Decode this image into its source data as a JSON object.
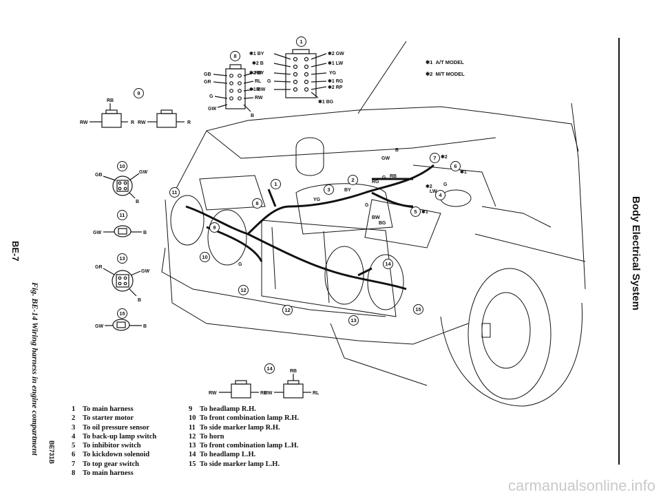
{
  "page": {
    "page_number": "BE-7",
    "section_title": "Body Electrical System",
    "figure_caption": "Fig. BE-14 Wiring harness in engine compartment",
    "figure_code": "BE731B",
    "watermark": "carmanualsonline.info"
  },
  "model_notes": [
    {
      "mark": "✱1",
      "text": "A/T  MODEL"
    },
    {
      "mark": "✱2",
      "text": "M/T  MODEL"
    }
  ],
  "legend_left": [
    {
      "num": "1",
      "text": "To main harness"
    },
    {
      "num": "2",
      "text": "To starter motor"
    },
    {
      "num": "3",
      "text": "To oil pressure sensor"
    },
    {
      "num": "4",
      "text": "To back-up lamp switch"
    },
    {
      "num": "5",
      "text": "To inhibitor switch"
    },
    {
      "num": "6",
      "text": "To kickdown solenoid"
    },
    {
      "num": "7",
      "text": "To top gear switch"
    },
    {
      "num": "8",
      "text": "To main harness"
    }
  ],
  "legend_right": [
    {
      "num": "9",
      "text": "To headlamp R.H."
    },
    {
      "num": "10",
      "text": "To front combination lamp R.H."
    },
    {
      "num": "11",
      "text": "To side marker lamp R.H."
    },
    {
      "num": "12",
      "text": "To horn"
    },
    {
      "num": "13",
      "text": "To front combination lamp L.H."
    },
    {
      "num": "14",
      "text": "To headlamp L.H."
    },
    {
      "num": "15",
      "text": "To side marker lamp L.H."
    }
  ],
  "connectors": {
    "c1": {
      "num": "1",
      "left_wires": [
        "✱1 BY",
        "✱2 B",
        "✱2 BY",
        "G",
        "✱1 BW"
      ],
      "right_wires": [
        "✱2 GW",
        "✱1 LW",
        "YG",
        "✱1 RG",
        "✱2 RP",
        "✱1 BG"
      ]
    },
    "c8": {
      "num": "8",
      "left_wires": [
        "GB",
        "GR",
        "G",
        "GW"
      ],
      "right_wires": [
        "RB",
        "RL",
        "R",
        "RW",
        "B"
      ]
    },
    "c9": {
      "num": "9",
      "top": "RB",
      "a_left": "RW",
      "a_right": "R",
      "b_left": "RW",
      "b_right": "R"
    },
    "c10": {
      "num": "10",
      "left": "GB",
      "right": "GW",
      "bottom": "B"
    },
    "c11": {
      "num": "11",
      "left": "GW",
      "right": "B"
    },
    "c13": {
      "num": "13",
      "left": "GR",
      "right": "GW",
      "bottom": "B"
    },
    "c15": {
      "num": "15",
      "left": "GW",
      "right": "B"
    },
    "c14": {
      "num": "14",
      "top": "RB",
      "a_left": "RW",
      "a_right": "RL",
      "b_left": "RW",
      "b_right": "RL"
    }
  },
  "car_callouts": {
    "n1": "1",
    "n2": "2",
    "n3": "3",
    "n4": "4",
    "n5": "5",
    "n6": "6",
    "n7": "7",
    "n8": "8",
    "n9": "9",
    "n10": "10",
    "n11": "11",
    "n12a": "12",
    "n12b": "12",
    "n13": "13",
    "n14": "14",
    "n15": "15",
    "star1": "✱1",
    "star2": "✱2",
    "star2b": "✱2",
    "star1b": "✱1",
    "w_gw": "GW",
    "w_b": "B",
    "w_by": "BY",
    "w_rg": "RG",
    "w_g": "G",
    "w_rb": "RB",
    "w_lw": "LW",
    "w_g2": "G",
    "w_bw": "BW",
    "w_bg": "BG",
    "w_yg": "YG",
    "w_g3": "G",
    "w_g4": "G"
  }
}
